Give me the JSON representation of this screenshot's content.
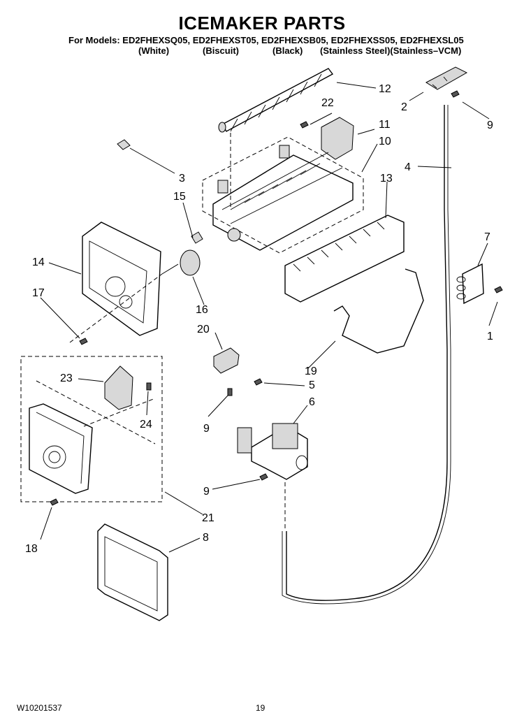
{
  "header": {
    "title": "ICEMAKER PARTS",
    "models_line": "For Models: ED2FHEXSQ05, ED2FHEXST05, ED2FHEXSB05, ED2FHEXSS05, ED2FHEXSL05",
    "finishes": [
      "(White)",
      "(Biscuit)",
      "(Black)",
      "(Stainless Steel)(Stainless–VCM)"
    ]
  },
  "callouts": [
    "1",
    "2",
    "3",
    "4",
    "5",
    "6",
    "7",
    "8",
    "9",
    "9",
    "9",
    "10",
    "11",
    "12",
    "13",
    "14",
    "15",
    "16",
    "17",
    "18",
    "19",
    "20",
    "21",
    "22",
    "23",
    "24"
  ],
  "footer": {
    "doc_number": "W10201537",
    "page_number": "19"
  }
}
